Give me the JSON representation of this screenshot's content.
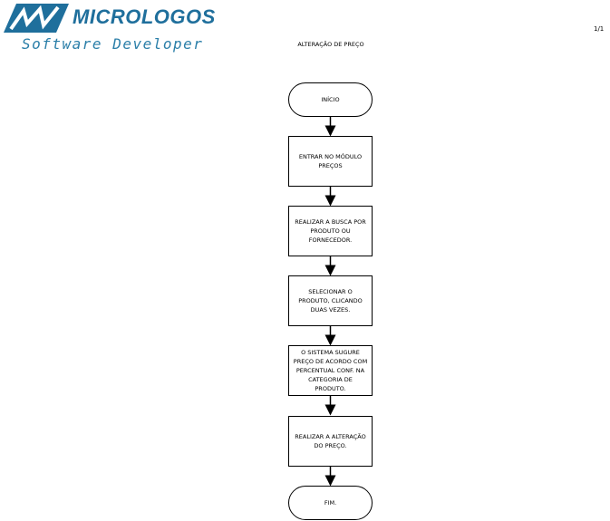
{
  "logo": {
    "brand": "MICROLOGOS",
    "tagline": "Software Developer"
  },
  "page_number": "1/1",
  "title": "ALTERAÇÃO DE PREÇO",
  "steps": [
    {
      "type": "terminator",
      "text": "INÍCIO"
    },
    {
      "type": "process",
      "text": "ENTRAR NO MÓDULO PREÇOS"
    },
    {
      "type": "process",
      "text": "REALIZAR A BUSCA POR PRODUTO OU FORNECEDOR."
    },
    {
      "type": "process",
      "text": "SELECIONAR O PRODUTO, CLICANDO DUAS VEZES."
    },
    {
      "type": "process",
      "text": "O SISTEMA SUGURE PREÇO DE ACORDO COM PERCENTUAL CONF. NA CATEGORIA DE PRODUTO."
    },
    {
      "type": "process",
      "text": "REALIZAR A ALTERAÇÃO DO PREÇO."
    },
    {
      "type": "terminator",
      "text": "FIM."
    }
  ]
}
